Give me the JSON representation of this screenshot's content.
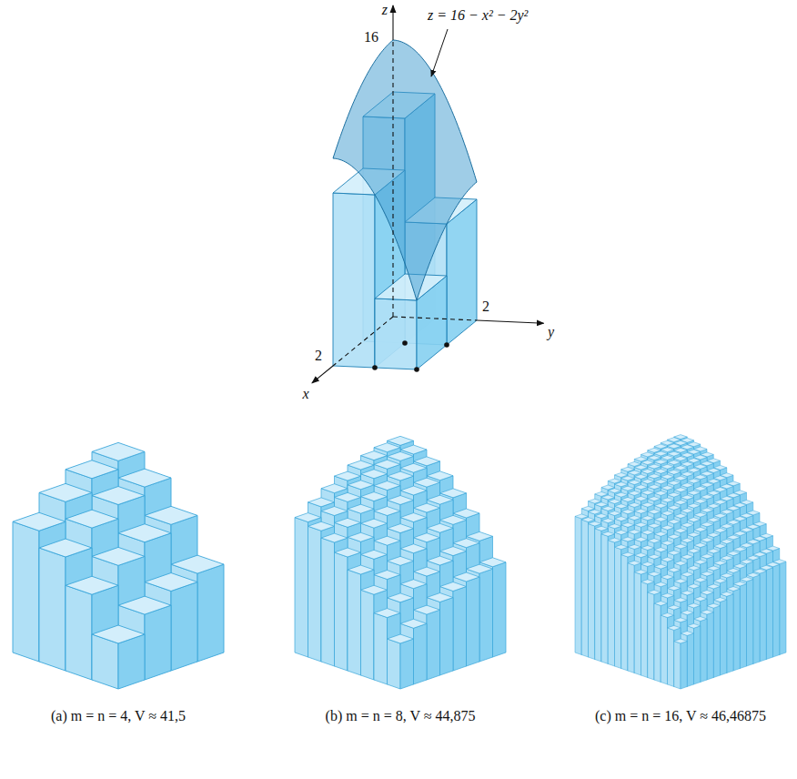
{
  "diagram": {
    "labels": [
      "z",
      "16",
      "z = 16 − x² − 2y²",
      "2",
      "y",
      "2",
      "x",
      "(a) m = n = 4, V ≈ 41,5",
      "(b) m = n = 8, V ≈ 44,875",
      "(c) m = n = 16, V ≈ 46,46875"
    ]
  }
}
